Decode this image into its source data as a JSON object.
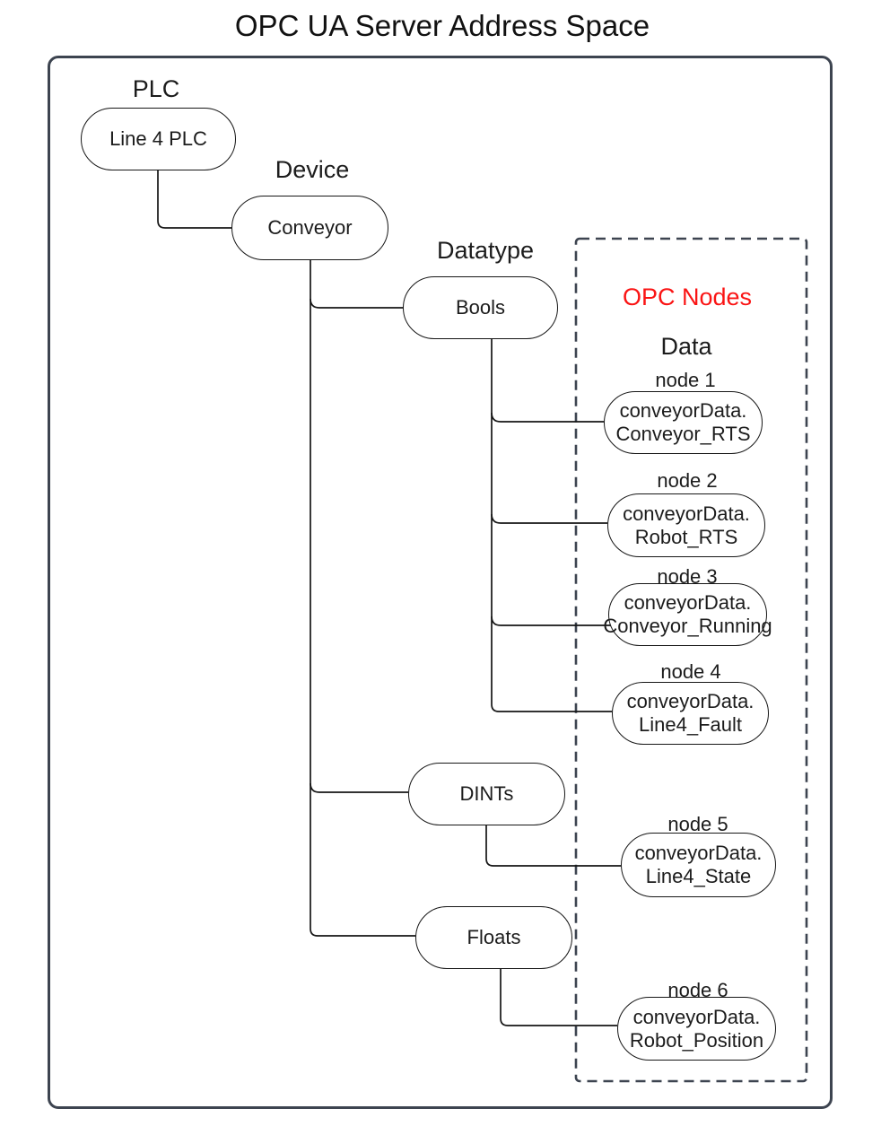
{
  "title": "OPC UA Server Address Space",
  "colors": {
    "accent_red": "#fa1414",
    "frame": "#3d4450",
    "line": "#161616",
    "background": "#ffffff"
  },
  "group_labels": {
    "plc": "PLC",
    "device": "Device",
    "datatype": "Datatype",
    "opc_nodes": "OPC Nodes",
    "data": "Data"
  },
  "tree_nodes": {
    "plc": "Line 4 PLC",
    "device": "Conveyor",
    "datatypes": [
      "Bools",
      "DINTs",
      "Floats"
    ]
  },
  "opc_nodes": [
    {
      "label": "node 1",
      "line1": "conveyorData.",
      "line2": "Conveyor_RTS"
    },
    {
      "label": "node 2",
      "line1": "conveyorData.",
      "line2": "Robot_RTS"
    },
    {
      "label": "node 3",
      "line1": "conveyorData.",
      "line2": "Conveyor_Running"
    },
    {
      "label": "node 4",
      "line1": "conveyorData.",
      "line2": "Line4_Fault"
    },
    {
      "label": "node 5",
      "line1": "conveyorData.",
      "line2": "Line4_State"
    },
    {
      "label": "node 6",
      "line1": "conveyorData.",
      "line2": "Robot_Position"
    }
  ]
}
